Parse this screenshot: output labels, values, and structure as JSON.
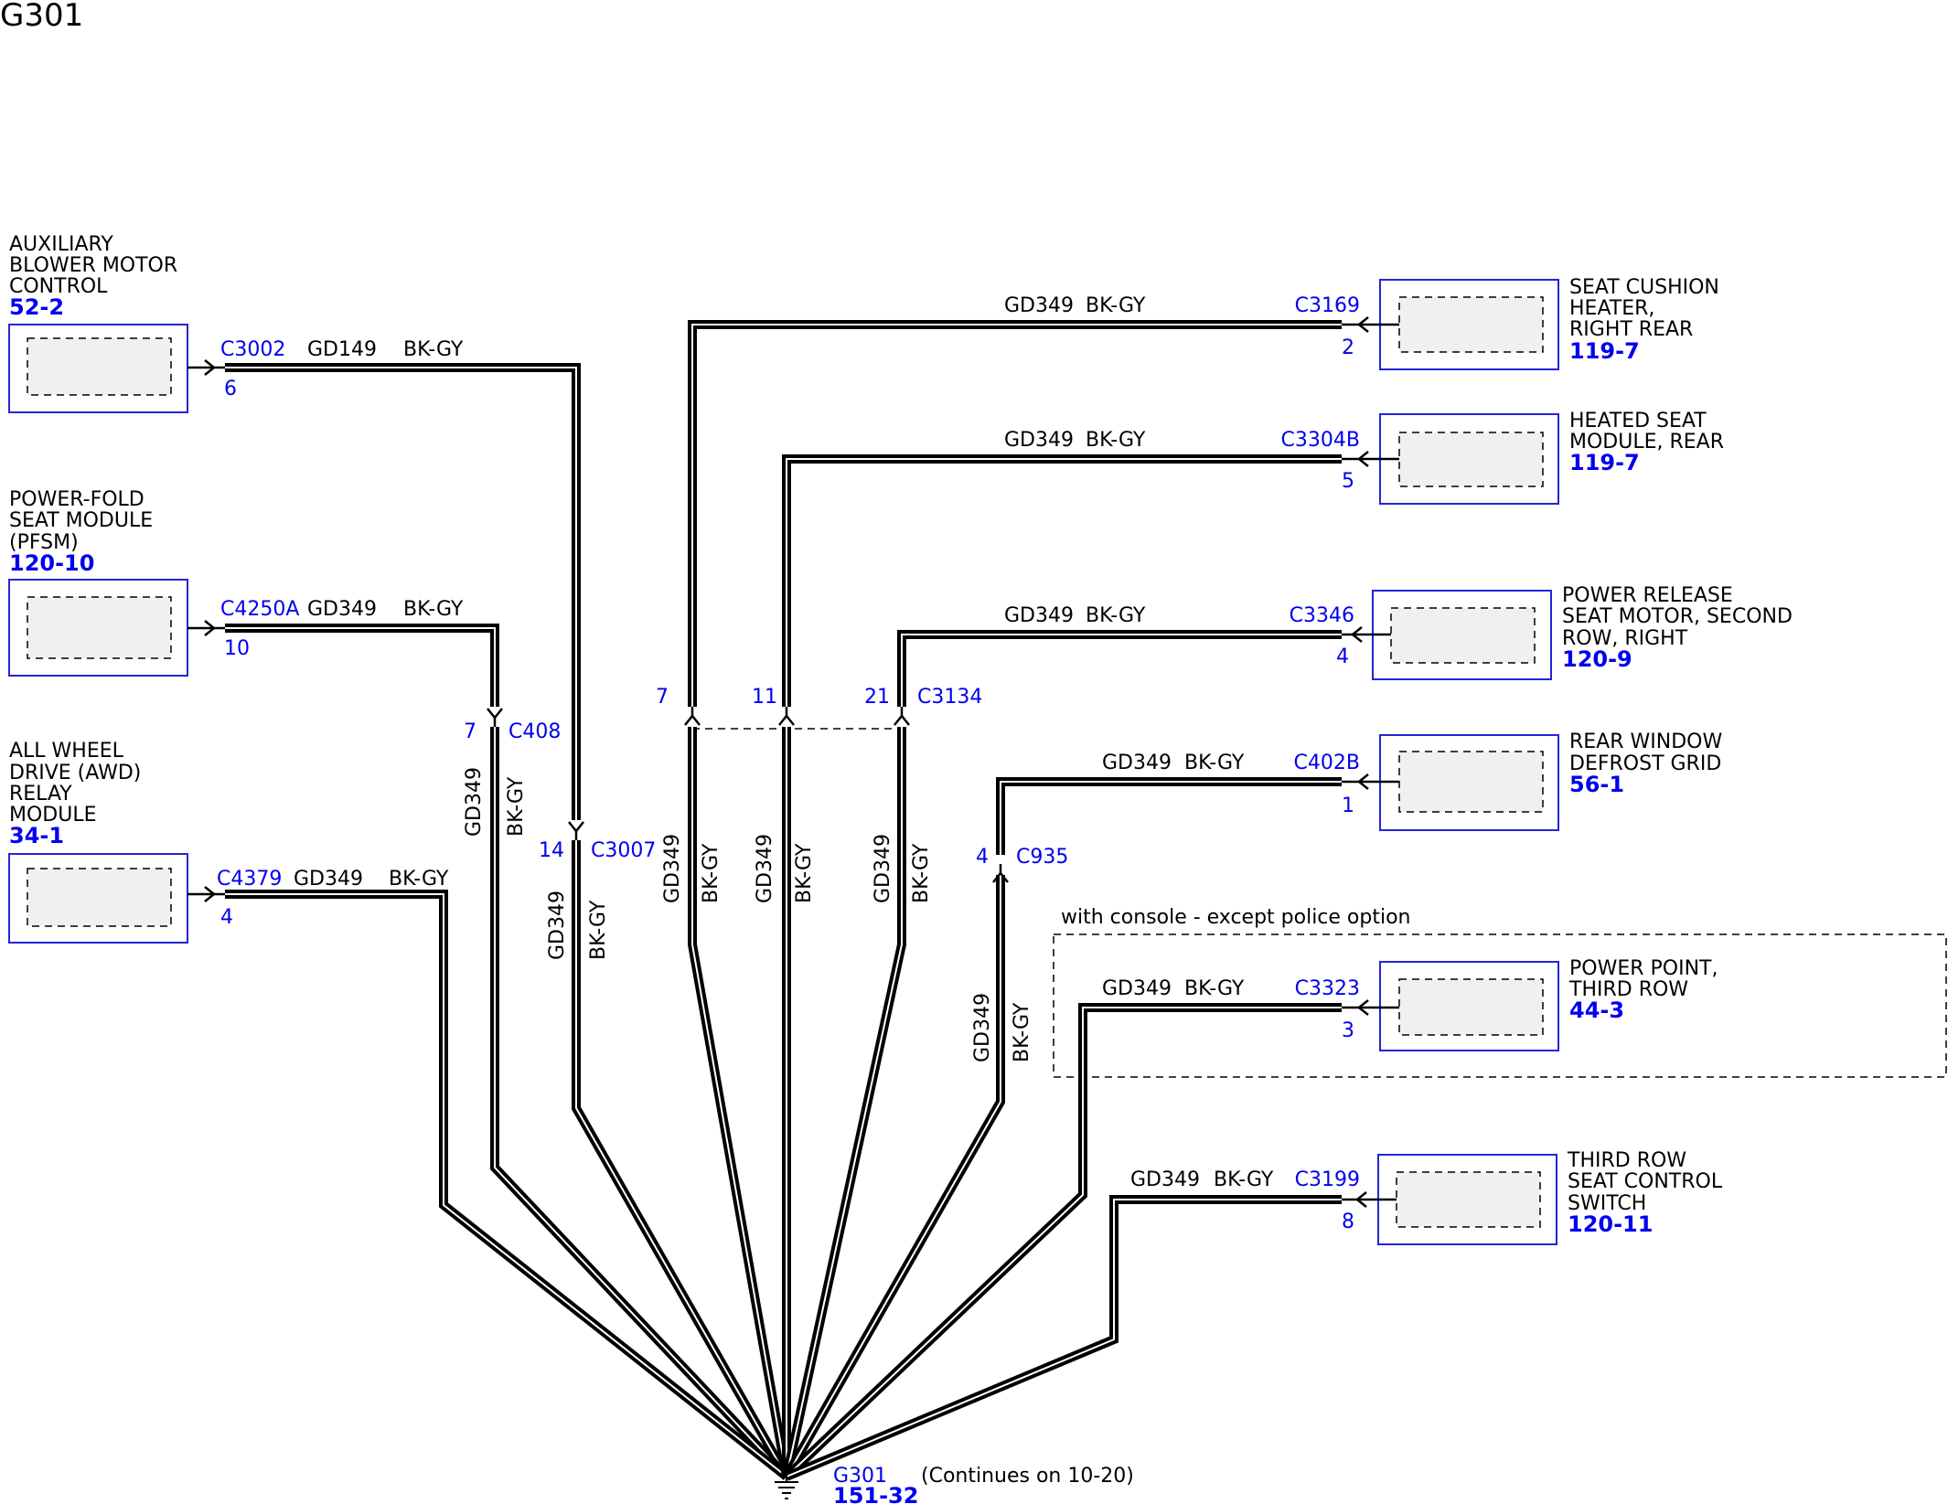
{
  "title": "G301",
  "modules": [
    {
      "lines": [
        "AUXILIARY",
        "BLOWER MOTOR",
        "CONTROL"
      ],
      "ref": "52-2",
      "connector": "C3002",
      "pin": "6",
      "circuit": "GD149",
      "color": "BK-GY"
    },
    {
      "lines": [
        "POWER-FOLD",
        "SEAT MODULE",
        "(PFSM)"
      ],
      "ref": "120-10",
      "connector": "C4250A",
      "pin": "10",
      "circuit": "GD349",
      "color": "BK-GY"
    },
    {
      "lines": [
        "ALL WHEEL",
        "DRIVE (AWD)",
        "RELAY",
        "MODULE"
      ],
      "ref": "34-1",
      "connector": "C4379",
      "pin": "4",
      "circuit": "GD349",
      "color": "BK-GY"
    },
    {
      "lines": [
        "SEAT CUSHION",
        "HEATER,",
        "RIGHT REAR"
      ],
      "ref": "119-7",
      "connector": "C3169",
      "pin": "2",
      "circuit": "GD349",
      "color": "BK-GY"
    },
    {
      "lines": [
        "HEATED SEAT",
        "MODULE, REAR"
      ],
      "ref": "119-7",
      "connector": "C3304B",
      "pin": "5",
      "circuit": "GD349",
      "color": "BK-GY"
    },
    {
      "lines": [
        "POWER RELEASE",
        "SEAT MOTOR, SECOND",
        "ROW, RIGHT"
      ],
      "ref": "120-9",
      "connector": "C3346",
      "pin": "4",
      "circuit": "GD349",
      "color": "BK-GY"
    },
    {
      "lines": [
        "REAR WINDOW",
        "DEFROST GRID"
      ],
      "ref": "56-1",
      "connector": "C402B",
      "pin": "1",
      "circuit": "GD349",
      "color": "BK-GY"
    },
    {
      "lines": [
        "POWER POINT,",
        "THIRD ROW"
      ],
      "ref": "44-3",
      "connector": "C3323",
      "pin": "3",
      "circuit": "GD349",
      "color": "BK-GY"
    },
    {
      "lines": [
        "THIRD ROW",
        "SEAT CONTROL",
        "SWITCH"
      ],
      "ref": "120-11",
      "connector": "C3199",
      "pin": "8",
      "circuit": "GD349",
      "color": "BK-GY"
    }
  ],
  "inline_connectors": [
    {
      "name": "C408",
      "pin": "7"
    },
    {
      "name": "C3007",
      "pin": "14"
    },
    {
      "name": "C3134",
      "pins": [
        "7",
        "11",
        "21"
      ]
    },
    {
      "name": "C935",
      "pin": "4"
    }
  ],
  "vertical_wire_labels": [
    {
      "circuit": "GD349",
      "color": "BK-GY"
    },
    {
      "circuit": "GD349",
      "color": "BK-GY"
    },
    {
      "circuit": "GD349",
      "color": "BK-GY"
    },
    {
      "circuit": "GD349",
      "color": "BK-GY"
    },
    {
      "circuit": "GD349",
      "color": "BK-GY"
    },
    {
      "circuit": "GD349",
      "color": "BK-GY"
    }
  ],
  "option_note": "with console - except police option",
  "ground": {
    "name": "G301",
    "ref": "151-32",
    "note": "(Continues on 10-20)"
  }
}
